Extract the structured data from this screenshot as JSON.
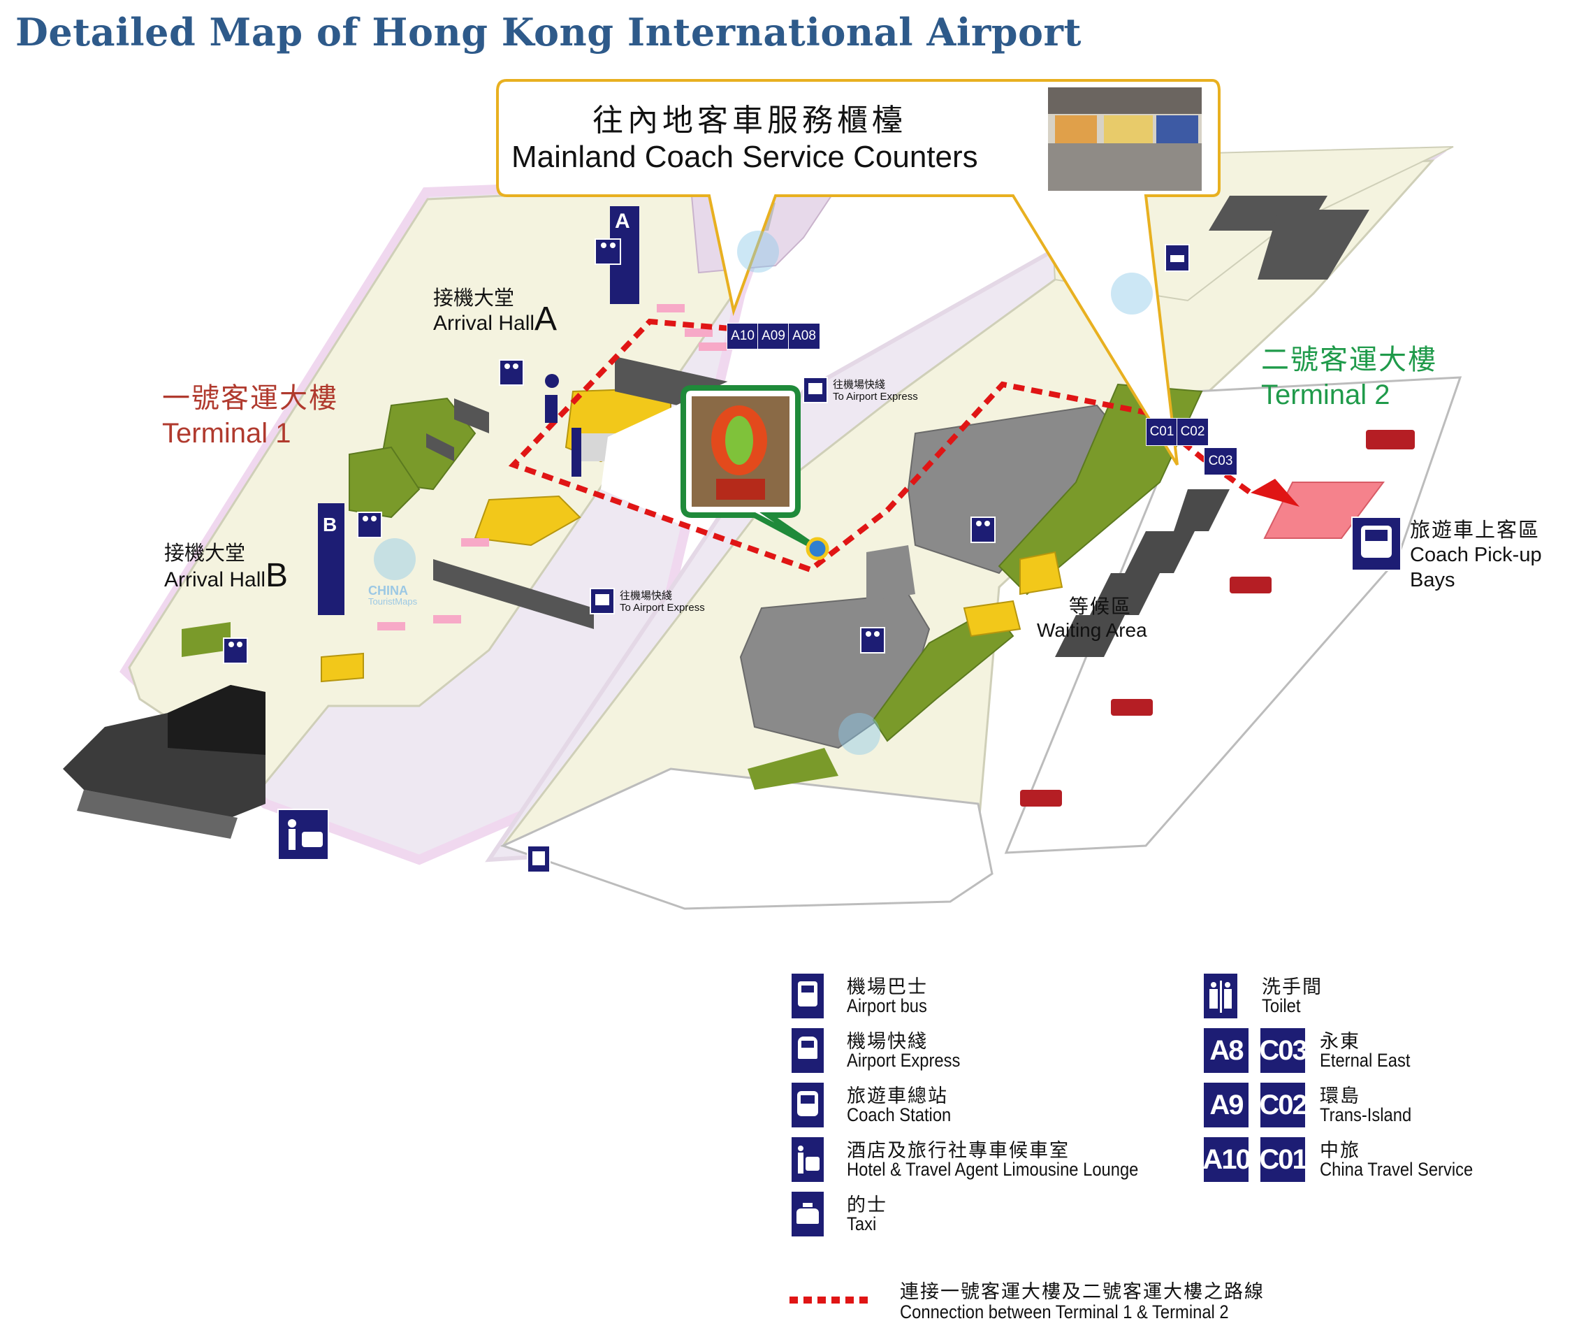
{
  "title": "Detailed Map of Hong Kong International Airport",
  "callout": {
    "zh": "往內地客車服務櫃檯",
    "en": "Mainland Coach Service Counters"
  },
  "terminal1": {
    "zh": "一號客運大樓",
    "en": "Terminal 1"
  },
  "terminal2": {
    "zh": "二號客運大樓",
    "en": "Terminal 2"
  },
  "arrival_hall_a": {
    "zh": "接機大堂",
    "en": "Arrival Hall",
    "letter": "A"
  },
  "arrival_hall_b": {
    "zh": "接機大堂",
    "en": "Arrival Hall",
    "letter": "B"
  },
  "pillar_a": "A",
  "pillar_b": "B",
  "gates_a": [
    "A10",
    "A09",
    "A08"
  ],
  "gates_c_top": [
    "C01",
    "C02"
  ],
  "gate_c03": "C03",
  "airport_express_1": {
    "zh": "往機場快綫",
    "en": "To Airport Express"
  },
  "airport_express_2": {
    "zh": "往機場快綫",
    "en": "To Airport Express"
  },
  "waiting_area": {
    "zh": "等候區",
    "en": "Waiting Area"
  },
  "coach_pickup": {
    "zh": "旅遊車上客區",
    "en_line1": "Coach Pick-up",
    "en_line2": "Bays"
  },
  "watermark": {
    "line1": "CHINA",
    "line2": "TouristMaps"
  },
  "legend": {
    "left": [
      {
        "icon": "bus-icon",
        "zh": "機場巴士",
        "en": "Airport bus"
      },
      {
        "icon": "train-icon",
        "zh": "機場快綫",
        "en": "Airport Express"
      },
      {
        "icon": "coach-icon",
        "zh": "旅遊車總站",
        "en": "Coach Station"
      },
      {
        "icon": "limousine-lounge-icon",
        "zh": "酒店及旅行社專車候車室",
        "en": "Hotel & Travel Agent Limousine Lounge"
      },
      {
        "icon": "taxi-icon",
        "zh": "的士",
        "en": "Taxi"
      }
    ],
    "toilet": {
      "icon": "toilet-icon",
      "zh": "洗手間",
      "en": "Toilet"
    },
    "operators": [
      {
        "code_a": "A8",
        "code_c": "C03",
        "zh": "永東",
        "en": "Eternal East"
      },
      {
        "code_a": "A9",
        "code_c": "C02",
        "zh": "環島",
        "en": "Trans-Island"
      },
      {
        "code_a": "A10",
        "code_c": "C01",
        "zh": "中旅",
        "en": "China Travel Service"
      }
    ],
    "route": {
      "zh": "連接一號客運大樓及二號客運大樓之路線",
      "en": "Connection between Terminal 1 & Terminal 2"
    }
  },
  "colors": {
    "title": "#2e5a8a",
    "sign_navy": "#1d1d74",
    "terminal1": "#b03a2e",
    "terminal2": "#1f9a4a",
    "route": "#e01515",
    "callout_border": "#e8b020",
    "sculpture_border": "#1f8a3a",
    "coach_bay": "#f5828c",
    "floor": "#f4f3df",
    "shop_green": "#7a9a2a",
    "shop_yellow": "#f2c81a",
    "building_grey": "#8a8a8a"
  }
}
